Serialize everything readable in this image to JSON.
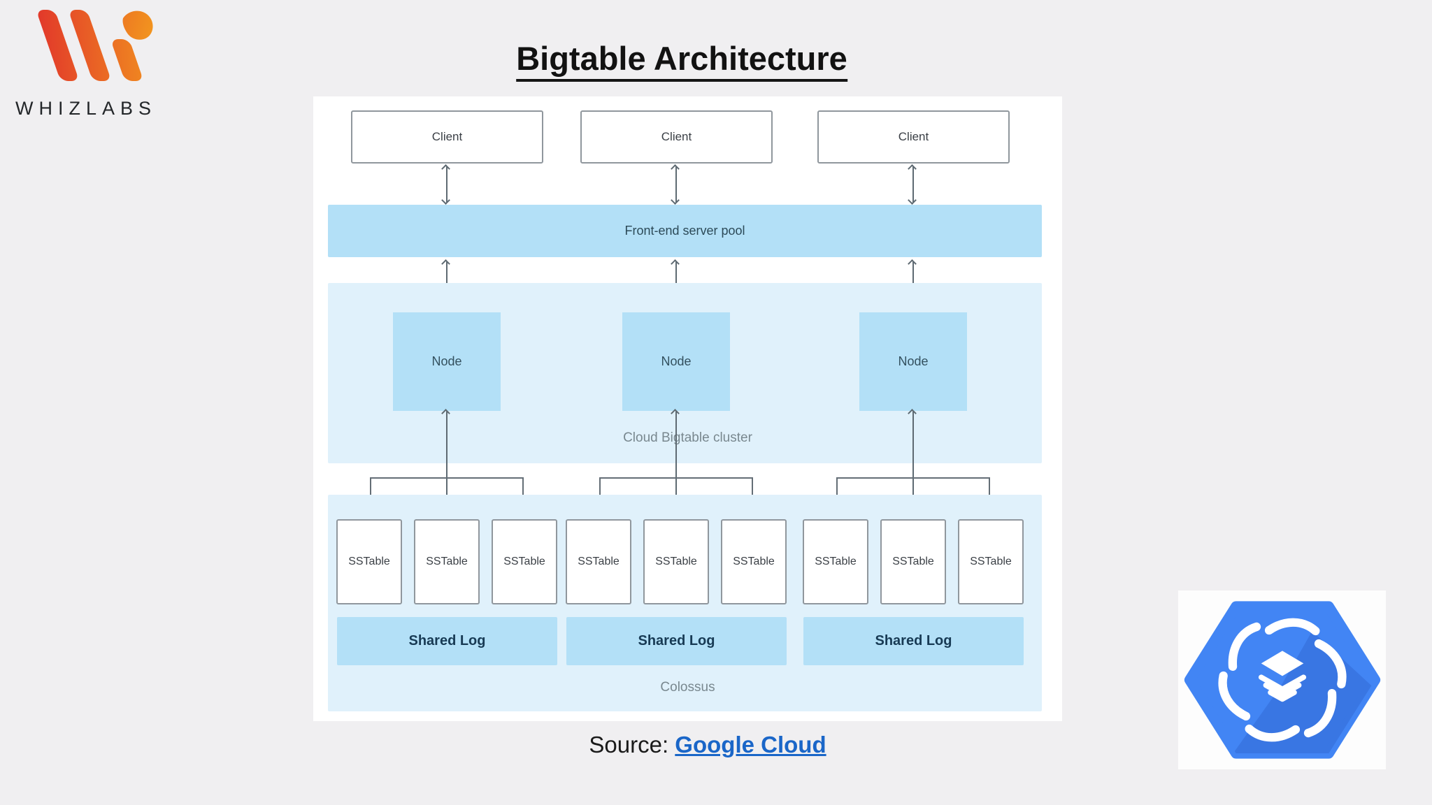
{
  "page": {
    "background_color": "#f0eff1"
  },
  "branding": {
    "logo_text": "WHIZLABS",
    "logo_gradient": [
      "#e23a2a",
      "#f39a1e"
    ]
  },
  "header": {
    "title": "Bigtable Architecture"
  },
  "diagram": {
    "clients": [
      {
        "label": "Client"
      },
      {
        "label": "Client"
      },
      {
        "label": "Client"
      }
    ],
    "frontend_pool_label": "Front-end server pool",
    "cluster_label": "Cloud Bigtable cluster",
    "nodes": [
      {
        "label": "Node"
      },
      {
        "label": "Node"
      },
      {
        "label": "Node"
      }
    ],
    "sstables": [
      "SSTable",
      "SSTable",
      "SSTable",
      "SSTable",
      "SSTable",
      "SSTable",
      "SSTable",
      "SSTable",
      "SSTable"
    ],
    "shared_logs": [
      "Shared Log",
      "Shared Log",
      "Shared Log"
    ],
    "storage_label": "Colossus",
    "colors": {
      "block_fill": "#b3e0f7",
      "region_fill": "#e0f1fb",
      "box_border": "#90979d",
      "connector": "#5e6a72"
    }
  },
  "source": {
    "prefix": "Source:",
    "link_label": "Google Cloud",
    "link_color": "#1a66c8"
  },
  "footer": {
    "icon_name": "cloud-bigtable-icon",
    "icon_color": "#4285f4"
  }
}
